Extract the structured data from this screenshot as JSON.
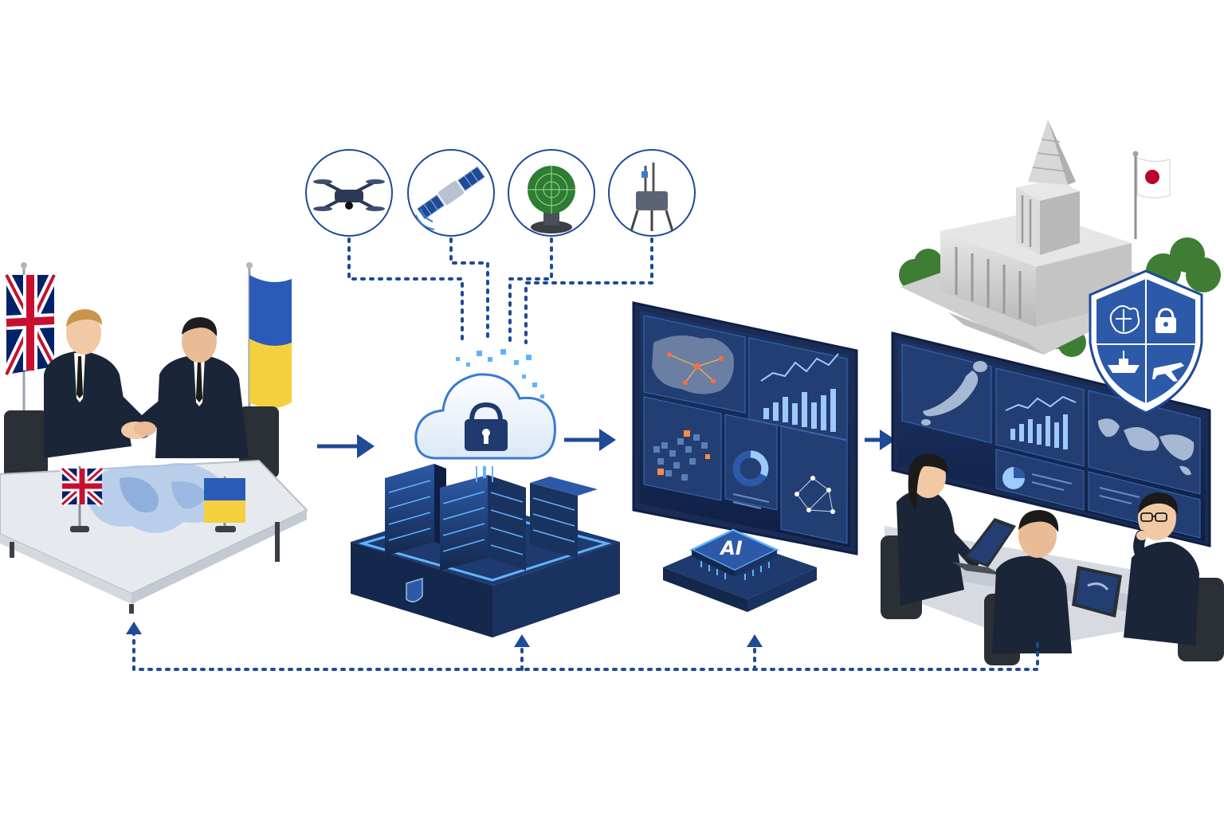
{
  "colors": {
    "navy": "#1e3a6e",
    "dark_navy": "#14284d",
    "accent_blue": "#3a7bd5",
    "glow_blue": "#5fb4ff",
    "connector": "#1f4a96",
    "uk_red": "#c8102e",
    "uk_blue": "#012169",
    "ukraine_blue": "#2a5bb8",
    "ukraine_yellow": "#f4d03f",
    "japan_red": "#bc002d",
    "radar_green": "#2e7d32",
    "tree_green": "#3f7d34",
    "suit": "#1b2538"
  },
  "stages": [
    {
      "id": "uk-ukraine-partnership",
      "icons": [
        "uk-flag-icon",
        "ukraine-flag-icon",
        "handshake-icon",
        "europe-map-icon"
      ]
    },
    {
      "id": "secure-data-fusion",
      "icons": [
        "drone-icon",
        "satellite-icon",
        "radar-icon",
        "sensor-tower-icon",
        "cloud-lock-icon",
        "server-rack-icon",
        "shield-icon"
      ]
    },
    {
      "id": "ai-analytics",
      "icons": [
        "network-map-icon",
        "line-chart-icon",
        "bar-chart-icon",
        "heatmap-icon",
        "donut-chart-icon",
        "node-graph-icon",
        "ai-chip-icon"
      ]
    },
    {
      "id": "japan-command-centre",
      "icons": [
        "diet-building-icon",
        "japan-flag-icon",
        "shield-icon",
        "brain-icon",
        "lock-icon",
        "ship-icon",
        "aircraft-icon",
        "japan-map-icon",
        "world-map-icon",
        "laptop-icon"
      ]
    }
  ],
  "chip_label": "AI"
}
